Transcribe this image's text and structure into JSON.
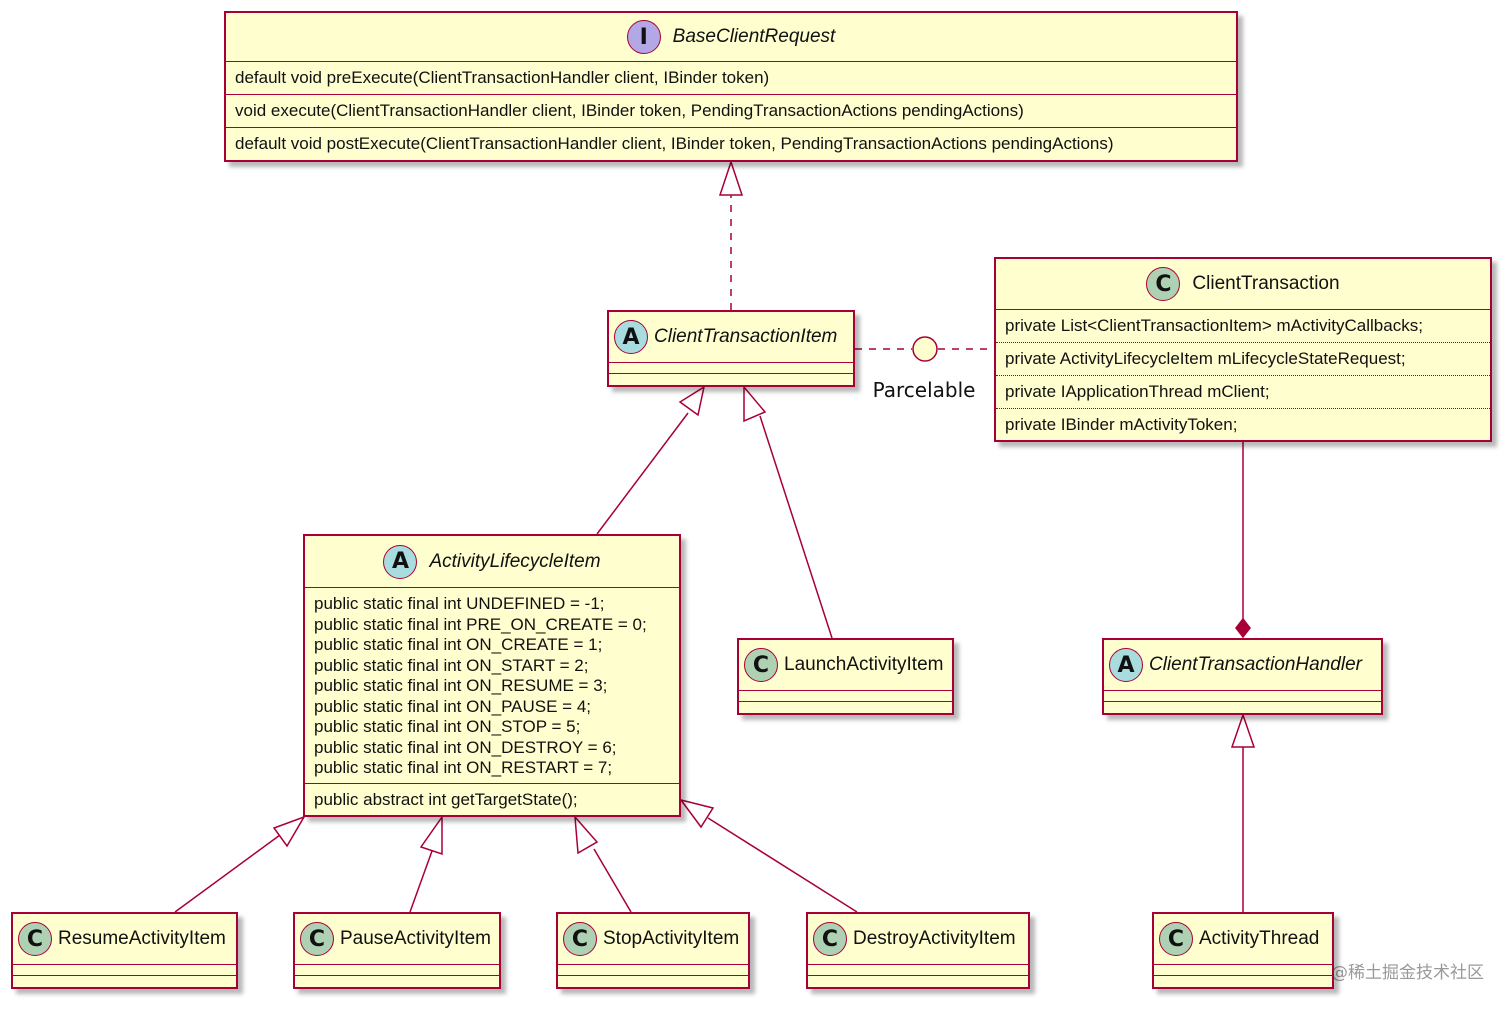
{
  "classes": {
    "base_client_request": {
      "stereotype": "I",
      "name": "BaseClientRequest",
      "methods": [
        "default void preExecute(ClientTransactionHandler client, IBinder token)",
        "void execute(ClientTransactionHandler client, IBinder token, PendingTransactionActions pendingActions)",
        "default void postExecute(ClientTransactionHandler client, IBinder token, PendingTransactionActions pendingActions)"
      ]
    },
    "client_transaction_item": {
      "stereotype": "A",
      "name": "ClientTransactionItem"
    },
    "client_transaction": {
      "stereotype": "C",
      "name": "ClientTransaction",
      "fields": [
        "private List<ClientTransactionItem> mActivityCallbacks;",
        "private ActivityLifecycleItem mLifecycleStateRequest;",
        "private IApplicationThread mClient;",
        "private IBinder mActivityToken;"
      ]
    },
    "activity_lifecycle_item": {
      "stereotype": "A",
      "name": "ActivityLifecycleItem",
      "fields": [
        "public static final int UNDEFINED = -1;",
        "public static final int PRE_ON_CREATE = 0;",
        "public static final int ON_CREATE = 1;",
        "public static final int ON_START = 2;",
        "public static final int ON_RESUME = 3;",
        "public static final int ON_PAUSE = 4;",
        "public static final int ON_STOP = 5;",
        "public static final int ON_DESTROY = 6;",
        "public static final int ON_RESTART = 7;"
      ],
      "methods": [
        "public abstract int getTargetState();"
      ]
    },
    "launch_activity_item": {
      "stereotype": "C",
      "name": "LaunchActivityItem"
    },
    "client_transaction_handler": {
      "stereotype": "A",
      "name": "ClientTransactionHandler"
    },
    "resume_activity_item": {
      "stereotype": "C",
      "name": "ResumeActivityItem"
    },
    "pause_activity_item": {
      "stereotype": "C",
      "name": "PauseActivityItem"
    },
    "stop_activity_item": {
      "stereotype": "C",
      "name": "StopActivityItem"
    },
    "destroy_activity_item": {
      "stereotype": "C",
      "name": "DestroyActivityItem"
    },
    "activity_thread": {
      "stereotype": "C",
      "name": "ActivityThread"
    }
  },
  "interface_lollipop": {
    "label": "Parcelable"
  },
  "watermark": "@稀土掘金技术社区",
  "colors": {
    "class_fill": "#fefece",
    "border": "#a80036",
    "badge_class": "#add1b2",
    "badge_abstract": "#a9dcdf",
    "badge_interface": "#b4a7e5"
  }
}
